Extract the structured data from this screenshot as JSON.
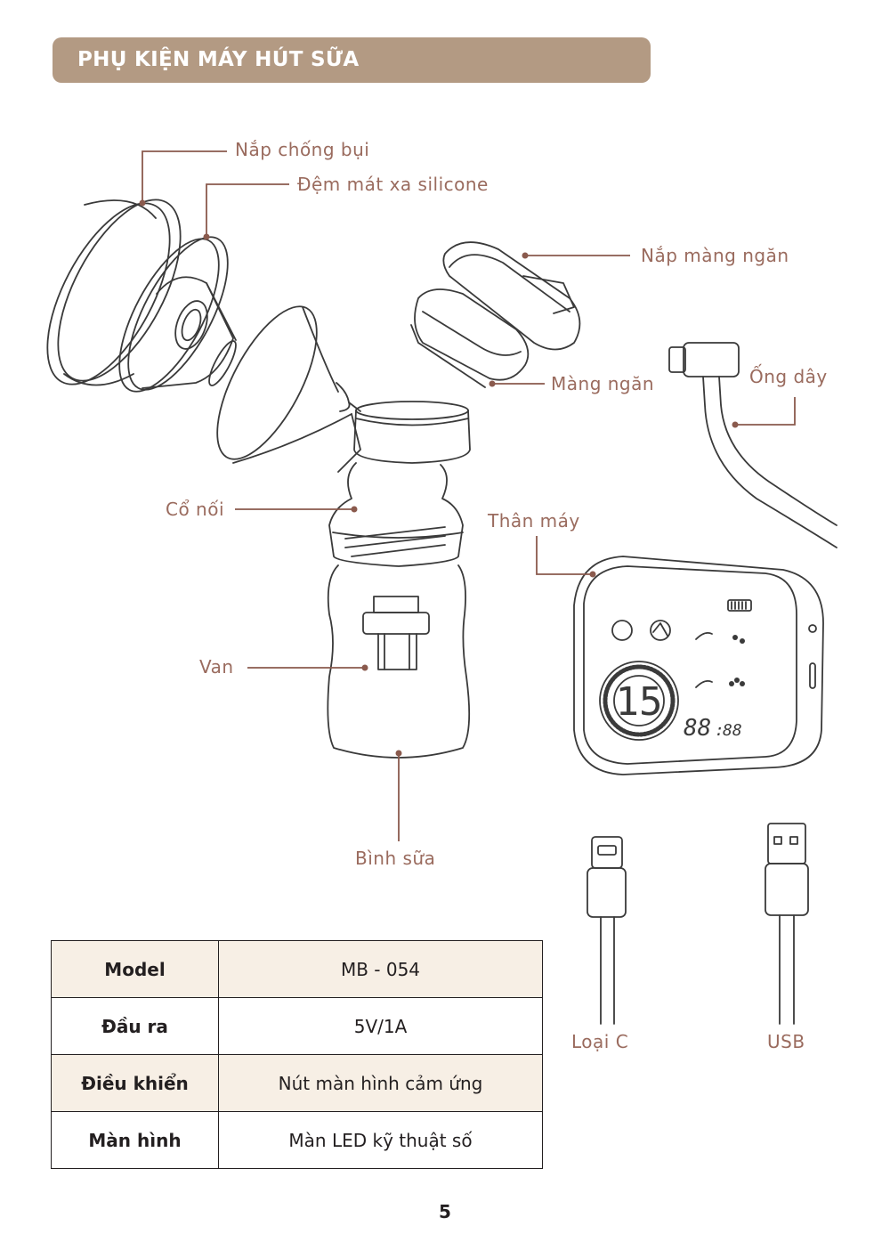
{
  "header": {
    "title": "PHỤ KIỆN MÁY HÚT SỮA"
  },
  "labels": {
    "dust_cap": "Nắp chống bụi",
    "massage_cushion": "Đệm mát xa silicone",
    "membrane_cap": "Nắp màng ngăn",
    "membrane": "Màng ngăn",
    "cable": "Ống dây",
    "connector": "Cổ nối",
    "main_body": "Thân máy",
    "valve": "Van",
    "bottle": "Bình sữa",
    "type_c": "Loại C",
    "usb": "USB"
  },
  "display": {
    "level": "15",
    "timer_main": "88",
    "timer_sep": ":",
    "timer_small": "88"
  },
  "specs": [
    {
      "key": "Model",
      "value": "MB - 054"
    },
    {
      "key": "Đầu ra",
      "value": "5V/1A"
    },
    {
      "key": "Điều khiển",
      "value": "Nút màn hình cảm ứng"
    },
    {
      "key": "Màn hình",
      "value": "Màn LED kỹ thuật số"
    }
  ],
  "page_number": "5",
  "colors": {
    "header_bg": "#b39a83",
    "label": "#9a6b5e",
    "leader": "#8a5a4d",
    "row_shade": "#f7efe5",
    "line_art": "#3a3a3a"
  }
}
